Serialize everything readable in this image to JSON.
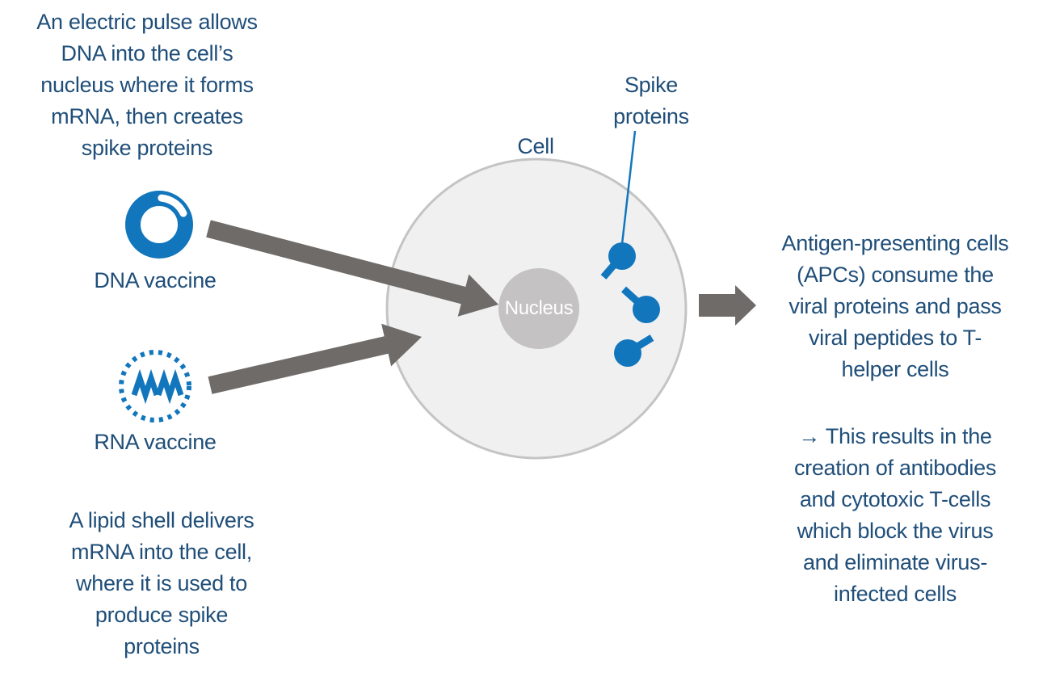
{
  "diagram": {
    "kind": "vaccine-mechanism-diagram",
    "notes": {
      "top_left": {
        "lines": [
          "An electric pulse allows",
          "DNA into the cell’s",
          "nucleus where it forms",
          "mRNA, then creates",
          "spike proteins"
        ]
      },
      "bottom_left": {
        "lines": [
          "A lipid shell delivers",
          "mRNA into the cell,",
          "where it is used to",
          "produce spike",
          "proteins"
        ]
      },
      "apc": {
        "lines": [
          "Antigen-presenting cells",
          "(APCs) consume the",
          "viral proteins and pass",
          "viral peptides to T-",
          "helper cells"
        ]
      },
      "result": {
        "lines": [
          "→ This results in the",
          "creation of antibodies",
          "and cytotoxic T-cells",
          "which block the virus",
          "and eliminate virus-",
          "infected cells"
        ]
      }
    },
    "labels": {
      "dna_vaccine": "DNA vaccine",
      "rna_vaccine": "RNA vaccine",
      "cell": "Cell",
      "nucleus": "Nucleus",
      "spike_proteins": {
        "lines": [
          "Spike",
          "proteins"
        ]
      }
    },
    "icons": [
      "dna-plasmid-ring-icon",
      "rna-lipid-shell-icon",
      "mrna-squiggle-icon",
      "spike-protein-icon",
      "thick-arrow-icon",
      "callout-line-icon"
    ],
    "colors": {
      "text_navy": "#1F4E79",
      "icon_blue": "#1276BD",
      "arrow_gray": "#6F6B68",
      "cell_fill": "#F0F0F0",
      "cell_border": "#C4C4C4",
      "nucleus_fill": "#C4C2C2",
      "nucleus_text": "#FFFFFF",
      "background": "#FFFFFF"
    }
  }
}
